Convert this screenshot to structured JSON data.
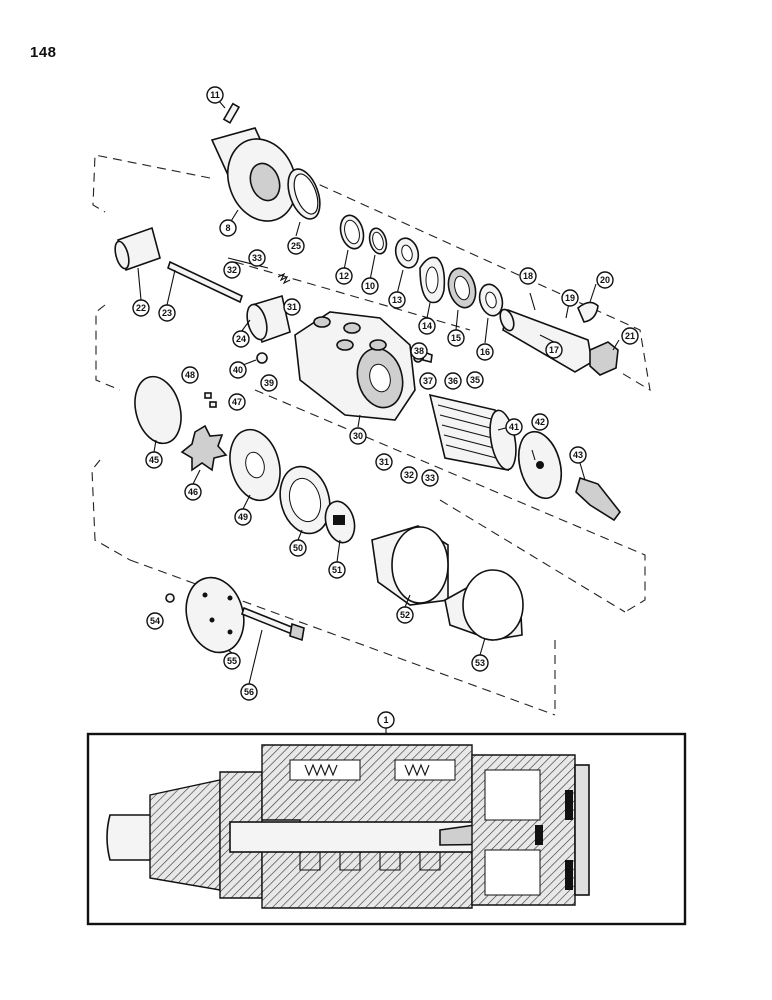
{
  "page": {
    "number": "148"
  },
  "callouts": [
    {
      "label": "11"
    },
    {
      "label": "8"
    },
    {
      "label": "25"
    },
    {
      "label": "12"
    },
    {
      "label": "10"
    },
    {
      "label": "13"
    },
    {
      "label": "14"
    },
    {
      "label": "15"
    },
    {
      "label": "16"
    },
    {
      "label": "18"
    },
    {
      "label": "19"
    },
    {
      "label": "20"
    },
    {
      "label": "17"
    },
    {
      "label": "21"
    },
    {
      "label": "22"
    },
    {
      "label": "23"
    },
    {
      "label": "32"
    },
    {
      "label": "33"
    },
    {
      "label": "31"
    },
    {
      "label": "24"
    },
    {
      "label": "40"
    },
    {
      "label": "39"
    },
    {
      "label": "38"
    },
    {
      "label": "37"
    },
    {
      "label": "36"
    },
    {
      "label": "35"
    },
    {
      "label": "41"
    },
    {
      "label": "42"
    },
    {
      "label": "43"
    },
    {
      "label": "30"
    },
    {
      "label": "31"
    },
    {
      "label": "32"
    },
    {
      "label": "33"
    },
    {
      "label": "48"
    },
    {
      "label": "47"
    },
    {
      "label": "45"
    },
    {
      "label": "46"
    },
    {
      "label": "49"
    },
    {
      "label": "50"
    },
    {
      "label": "51"
    },
    {
      "label": "52"
    },
    {
      "label": "53"
    },
    {
      "label": "54"
    },
    {
      "label": "55"
    },
    {
      "label": "56"
    },
    {
      "label": "1"
    }
  ]
}
